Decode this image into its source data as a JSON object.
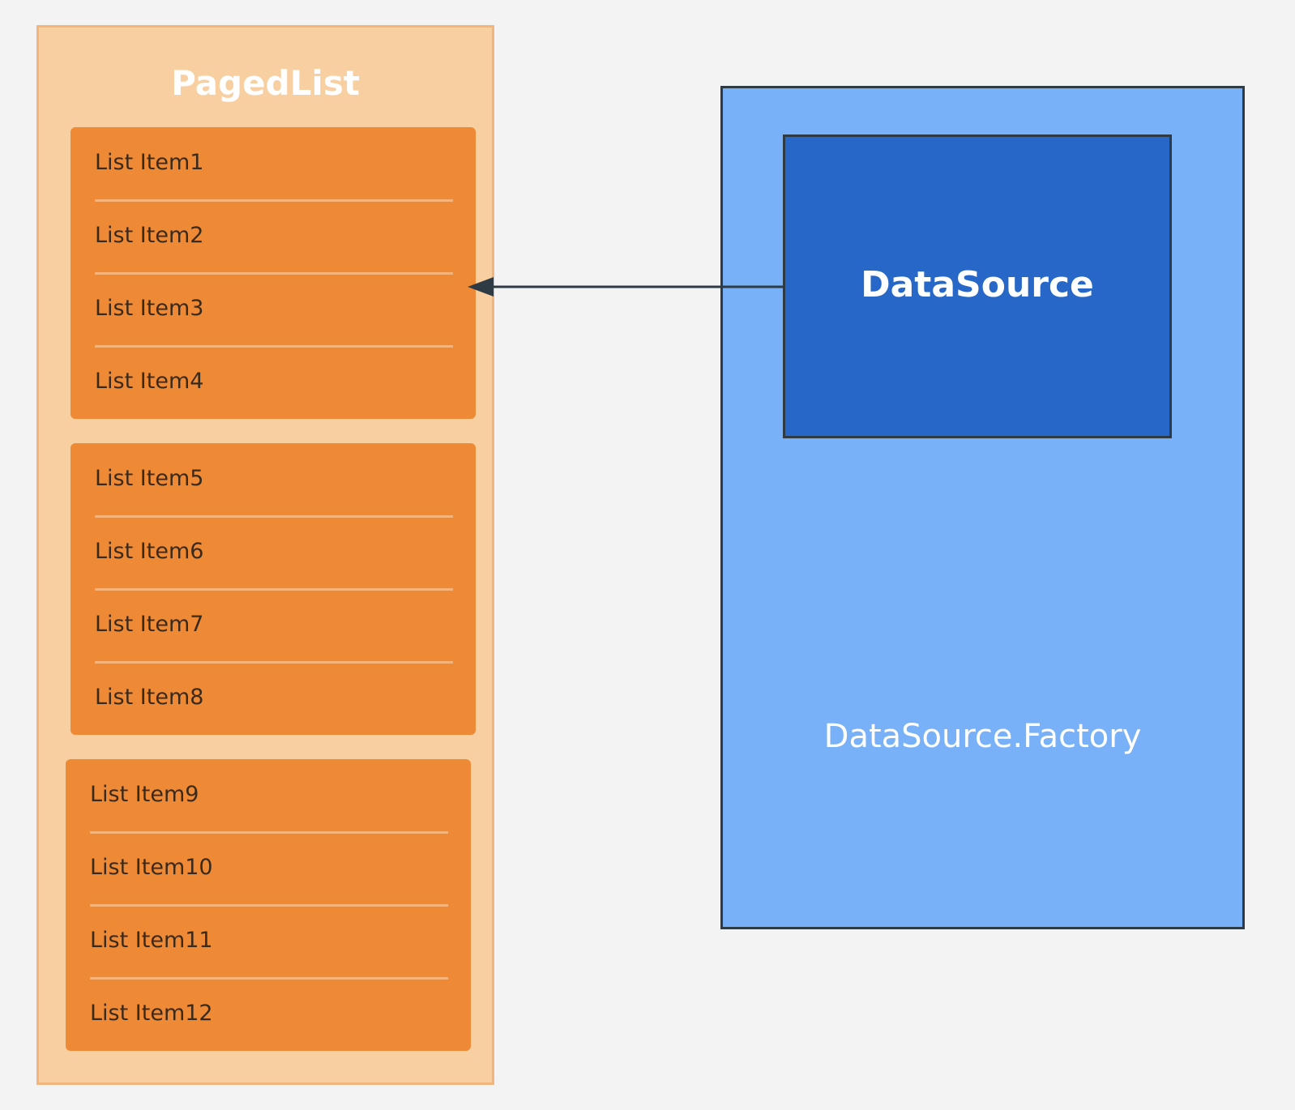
{
  "paged_list": {
    "title": "PagedList",
    "groups": [
      {
        "items": [
          "List Item1",
          "List Item2",
          "List Item3",
          "List Item4"
        ]
      },
      {
        "items": [
          "List Item5",
          "List Item6",
          "List Item7",
          "List Item8"
        ]
      },
      {
        "items": [
          "List Item9",
          "List Item10",
          "List Item11",
          "List Item12"
        ]
      }
    ]
  },
  "factory": {
    "label": "DataSource.Factory"
  },
  "datasource": {
    "label": "DataSource"
  },
  "colors": {
    "background": "#f3f3f3",
    "paged_list_fill": "#f8cfa1",
    "group_fill": "#ee8a36",
    "factory_fill": "#78b1f8",
    "datasource_fill": "#2767c7",
    "arrow": "#2e3a44"
  }
}
